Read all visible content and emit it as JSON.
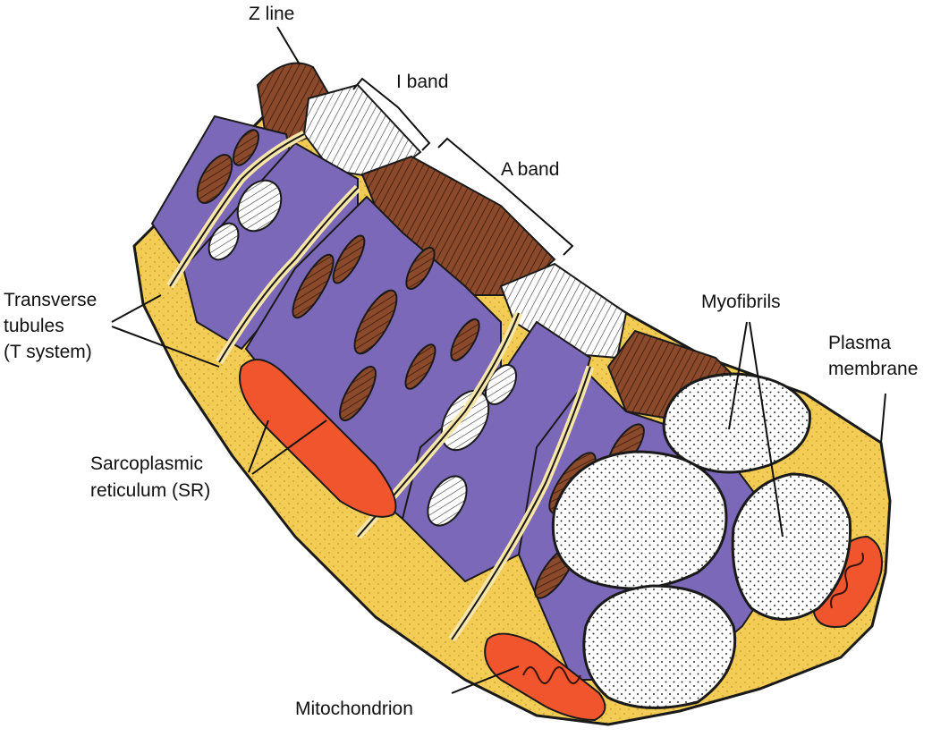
{
  "labels": {
    "z_line": "Z line",
    "i_band": "I band",
    "a_band": "A band",
    "myofibrils": "Myofibrils",
    "plasma_line1": "Plasma",
    "plasma_line2": "membrane",
    "tt_line1": "Transverse",
    "tt_line2": "tubules",
    "tt_line3": "(T system)",
    "sr_line1": "Sarcoplasmic",
    "sr_line2": "reticulum (SR)",
    "mito": "Mitochondrion"
  },
  "colors": {
    "myofibril_brown": "#8b4a2b",
    "sr_purple": "#7b68b8",
    "sarcoplasm_yellow": "#f2cc55",
    "mitochondrion_orange": "#f0552d",
    "ttubule_pale": "#f7e6a8",
    "white": "#ffffff"
  }
}
